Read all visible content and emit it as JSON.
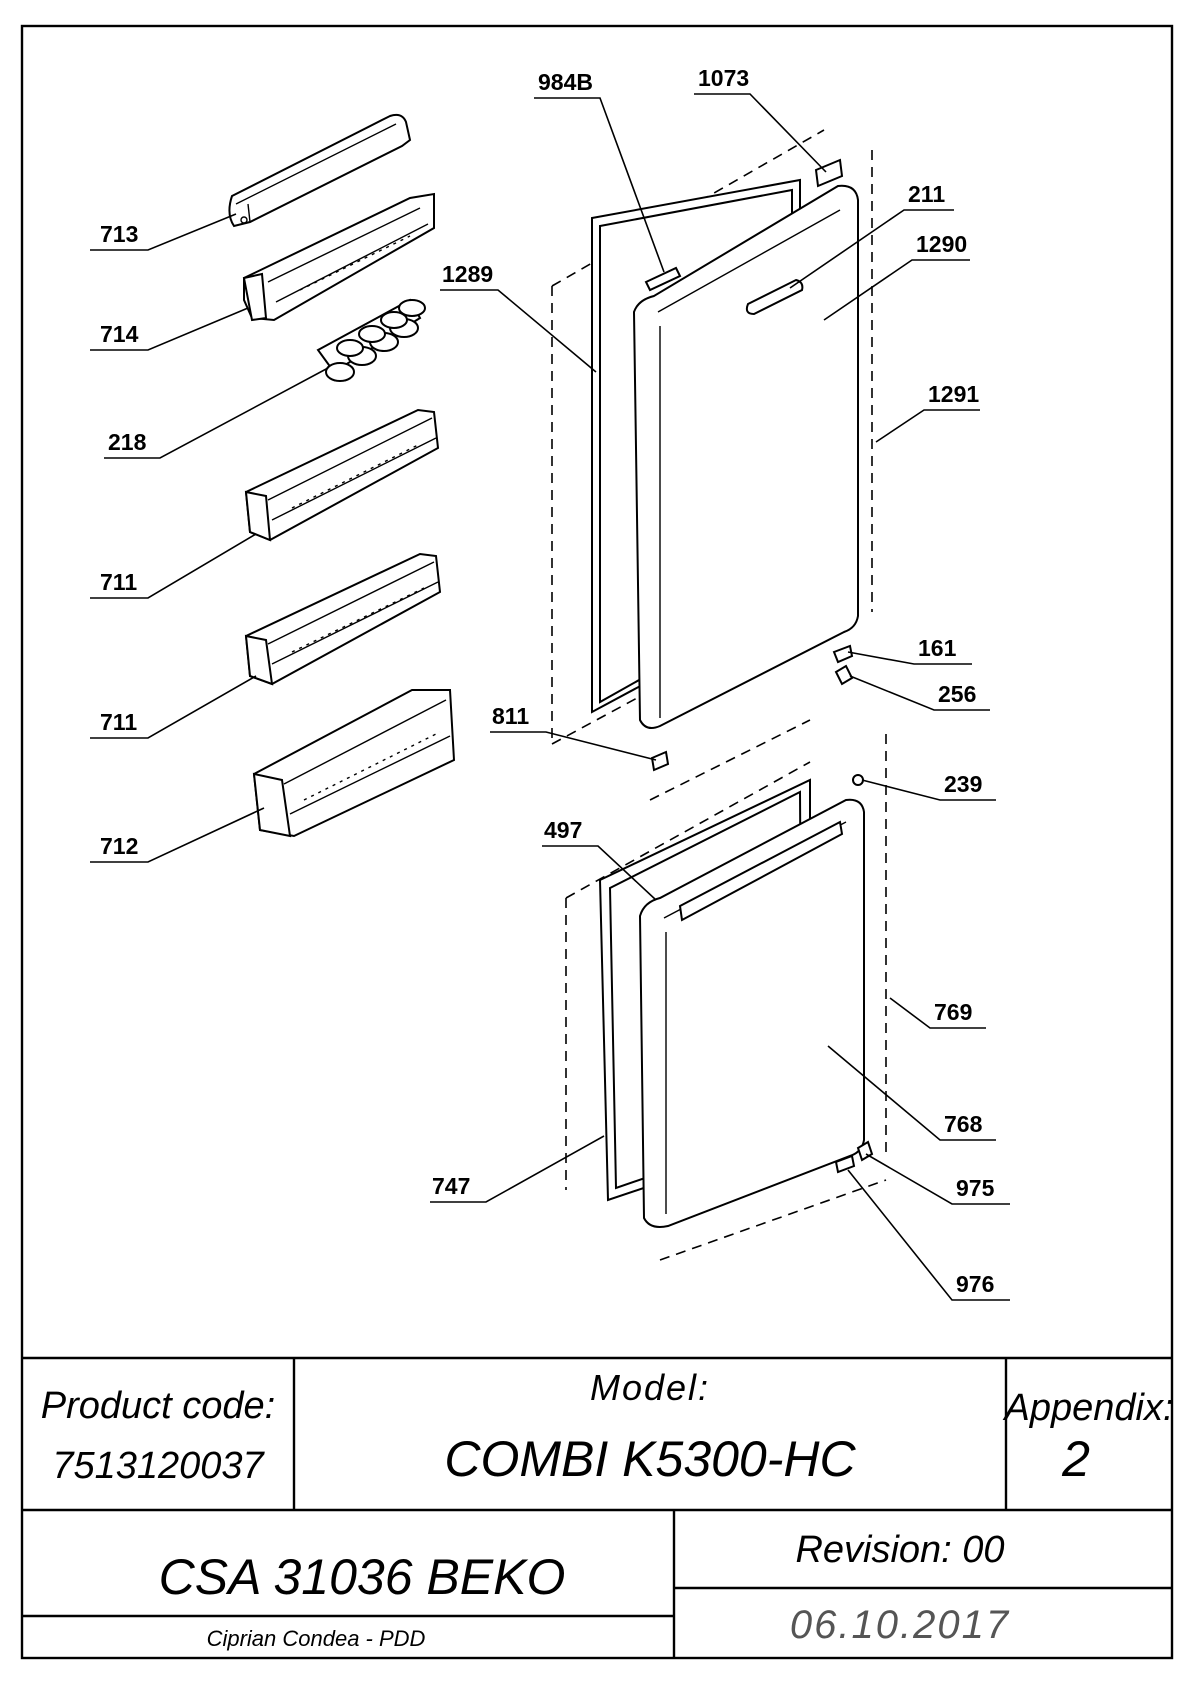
{
  "callouts": [
    {
      "id": "984B",
      "label": "984B"
    },
    {
      "id": "1073",
      "label": "1073"
    },
    {
      "id": "713",
      "label": "713"
    },
    {
      "id": "211",
      "label": "211"
    },
    {
      "id": "1290",
      "label": "1290"
    },
    {
      "id": "1289",
      "label": "1289"
    },
    {
      "id": "714",
      "label": "714"
    },
    {
      "id": "218",
      "label": "218"
    },
    {
      "id": "1291",
      "label": "1291"
    },
    {
      "id": "711a",
      "label": "711"
    },
    {
      "id": "711b",
      "label": "711"
    },
    {
      "id": "161",
      "label": "161"
    },
    {
      "id": "256",
      "label": "256"
    },
    {
      "id": "811",
      "label": "811"
    },
    {
      "id": "239",
      "label": "239"
    },
    {
      "id": "712",
      "label": "712"
    },
    {
      "id": "497",
      "label": "497"
    },
    {
      "id": "769",
      "label": "769"
    },
    {
      "id": "768",
      "label": "768"
    },
    {
      "id": "747",
      "label": "747"
    },
    {
      "id": "975",
      "label": "975"
    },
    {
      "id": "976",
      "label": "976"
    }
  ],
  "title_block": {
    "product_code_label": "Product code:",
    "product_code": "7513120037",
    "model_label": "Model:",
    "model": "COMBI K5300-HC",
    "appendix_label": "Appendix:",
    "appendix": "2",
    "drawing_name": "CSA 31036 BEKO",
    "revision": "Revision: 00",
    "author": "Ciprian Condea - PDD",
    "date": "06.10.2017"
  }
}
